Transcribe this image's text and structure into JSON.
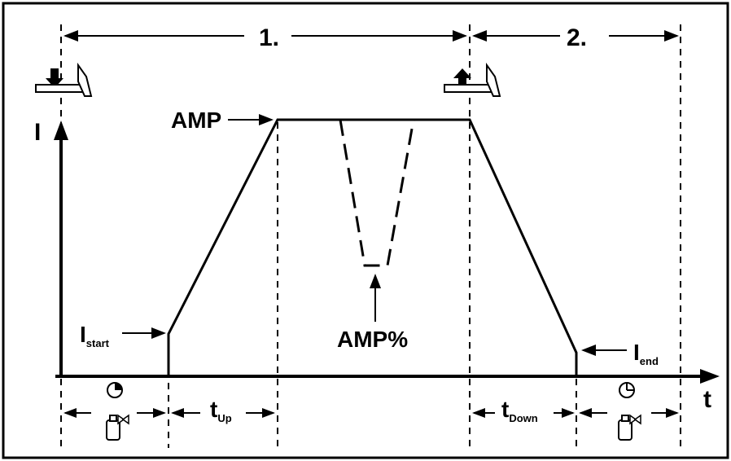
{
  "phases": {
    "phase1": "1.",
    "phase2": "2."
  },
  "axes": {
    "y_label": "I",
    "x_label": "t"
  },
  "labels": {
    "amp": "AMP",
    "amp_percent": "AMP%",
    "i_start_main": "I",
    "i_start_sub": "start",
    "i_end_main": "I",
    "i_end_sub": "end",
    "t_up_main": "t",
    "t_up_sub": "Up",
    "t_down_main": "t",
    "t_down_sub": "Down"
  },
  "icons": {
    "torch_press": "torch-trigger-press-icon",
    "torch_release": "torch-trigger-release-icon",
    "pre_gas_clock": "gas-preflow-clock-icon",
    "post_gas_clock": "gas-postflow-clock-icon",
    "gas_cylinder": "gas-cylinder-icon"
  }
}
